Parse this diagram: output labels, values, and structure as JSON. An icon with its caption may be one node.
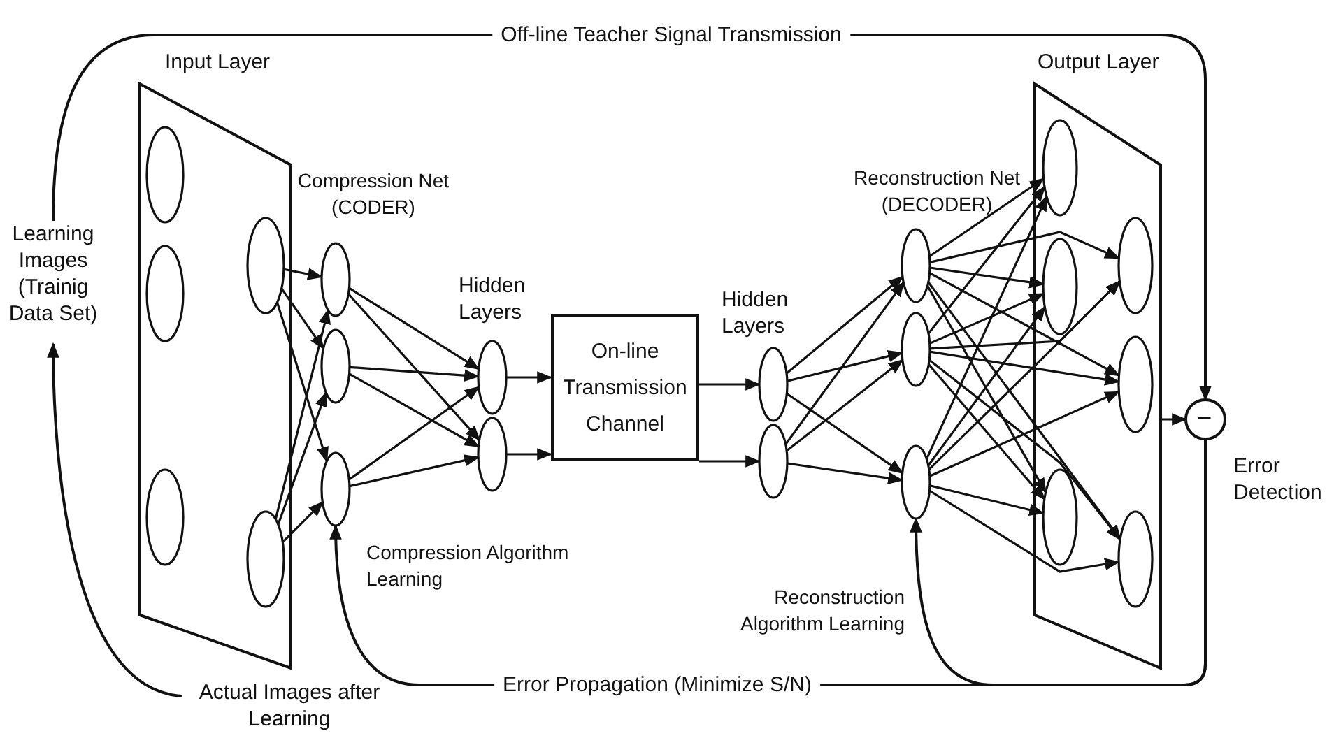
{
  "diagram": {
    "nodes": [
      {
        "text": [
          "Learning Images (Trainig Data Set)"
        ]
      },
      {
        "text": [
          "Input Layer"
        ]
      },
      {
        "text": [],
        "shape": "ellipse",
        "in": 1
      },
      {
        "text": [],
        "shape": "ellipse",
        "in": 1
      },
      {
        "text": [],
        "shape": "ellipse",
        "in": 1
      },
      {
        "text": [],
        "shape": "ellipse",
        "in": 1
      },
      {
        "text": [],
        "shape": "ellipse",
        "in": 1
      },
      {
        "text": [
          "Compression Net (CODER)"
        ]
      },
      {
        "text": [],
        "shape": "ellipse",
        "in": 7
      },
      {
        "text": [],
        "shape": "ellipse",
        "in": 7
      },
      {
        "text": [],
        "shape": "ellipse",
        "in": 7
      },
      {
        "text": [
          "Hidden Layers"
        ]
      },
      {
        "text": [],
        "shape": "ellipse",
        "in": 11
      },
      {
        "text": [],
        "shape": "ellipse",
        "in": 11
      },
      {
        "text": [
          "On-line Transmission Channel"
        ]
      },
      {
        "text": [
          "Hidden Layers"
        ]
      },
      {
        "text": [],
        "shape": "ellipse",
        "in": 15
      },
      {
        "text": [],
        "shape": "ellipse",
        "in": 15
      },
      {
        "text": [
          "Reconstruction Net (DECODER)"
        ]
      },
      {
        "text": [],
        "shape": "ellipse",
        "in": 18
      },
      {
        "text": [],
        "shape": "ellipse",
        "in": 18
      },
      {
        "text": [],
        "shape": "ellipse",
        "in": 18
      },
      {
        "text": [
          "Output Layer"
        ]
      },
      {
        "text": [],
        "shape": "ellipse",
        "in": 22
      },
      {
        "text": [],
        "shape": "ellipse",
        "in": 22
      },
      {
        "text": [],
        "shape": "ellipse",
        "in": 22
      },
      {
        "text": [],
        "shape": "ellipse",
        "in": 22
      },
      {
        "text": [],
        "shape": "ellipse",
        "in": 22
      },
      {
        "text": [],
        "shape": "ellipse",
        "in": 22
      },
      {
        "text": [
          "−"
        ],
        "beside": [
          "Error Detection"
        ]
      },
      {
        "text": [
          "Actual Images after Learning"
        ]
      }
    ],
    "edges": [
      {
        "from": 0,
        "to": 29,
        "arrow": "to",
        "label": "Off-line Teacher Signal Transmission"
      },
      {
        "from": 5,
        "to": 8,
        "arrow": "to"
      },
      {
        "from": 5,
        "to": 9,
        "arrow": "to"
      },
      {
        "from": 5,
        "to": 10,
        "arrow": "to"
      },
      {
        "from": 6,
        "to": 8,
        "arrow": "to"
      },
      {
        "from": 6,
        "to": 9,
        "arrow": "to"
      },
      {
        "from": 6,
        "to": 10,
        "arrow": "to"
      },
      {
        "from": 8,
        "to": 12,
        "arrow": "to"
      },
      {
        "from": 8,
        "to": 13,
        "arrow": "to"
      },
      {
        "from": 9,
        "to": 12,
        "arrow": "to"
      },
      {
        "from": 9,
        "to": 13,
        "arrow": "to"
      },
      {
        "from": 10,
        "to": 12,
        "arrow": "to"
      },
      {
        "from": 10,
        "to": 13,
        "arrow": "to"
      },
      {
        "from": 12,
        "to": 14,
        "arrow": "to"
      },
      {
        "from": 13,
        "to": 14,
        "arrow": "to"
      },
      {
        "from": 14,
        "to": 16,
        "arrow": "to"
      },
      {
        "from": 14,
        "to": 17,
        "arrow": "to"
      },
      {
        "from": 16,
        "to": 19,
        "arrow": "to"
      },
      {
        "from": 16,
        "to": 20,
        "arrow": "to"
      },
      {
        "from": 16,
        "to": 21,
        "arrow": "to"
      },
      {
        "from": 17,
        "to": 19,
        "arrow": "to"
      },
      {
        "from": 17,
        "to": 20,
        "arrow": "to"
      },
      {
        "from": 17,
        "to": 21,
        "arrow": "to"
      },
      {
        "from": 19,
        "to": 23,
        "arrow": "to"
      },
      {
        "from": 19,
        "to": 24,
        "arrow": "to"
      },
      {
        "from": 19,
        "to": 25,
        "arrow": "to"
      },
      {
        "from": 19,
        "to": 26,
        "arrow": "to"
      },
      {
        "from": 19,
        "to": 27,
        "arrow": "to"
      },
      {
        "from": 19,
        "to": 28,
        "arrow": "to"
      },
      {
        "from": 20,
        "to": 23,
        "arrow": "to"
      },
      {
        "from": 20,
        "to": 24,
        "arrow": "to"
      },
      {
        "from": 20,
        "to": 25,
        "arrow": "to"
      },
      {
        "from": 20,
        "to": 26,
        "arrow": "to"
      },
      {
        "from": 20,
        "to": 27,
        "arrow": "to"
      },
      {
        "from": 20,
        "to": 28,
        "arrow": "to"
      },
      {
        "from": 21,
        "to": 23,
        "arrow": "to"
      },
      {
        "from": 21,
        "to": 24,
        "arrow": "to"
      },
      {
        "from": 21,
        "to": 25,
        "arrow": "to"
      },
      {
        "from": 21,
        "to": 26,
        "arrow": "to"
      },
      {
        "from": 21,
        "to": 27,
        "arrow": "to"
      },
      {
        "from": 21,
        "to": 28,
        "arrow": "to"
      },
      {
        "from": 22,
        "to": 29,
        "arrow": "to"
      },
      {
        "from": 29,
        "to": 21,
        "arrow": "to",
        "label": "Reconstruction Algorithm Learning"
      },
      {
        "from": 29,
        "to": 10,
        "arrow": "to",
        "label": "Compression Algorithm Learning"
      },
      {
        "from": 30,
        "to": 0,
        "arrow": "to"
      }
    ],
    "labels": [
      "Error Propagation (Minimize S/N)"
    ]
  }
}
